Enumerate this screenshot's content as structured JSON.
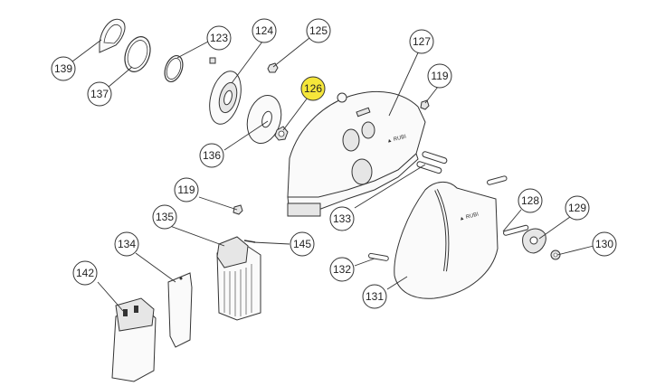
{
  "diagram": {
    "callouts": [
      {
        "id": "c139",
        "label": "139"
      },
      {
        "id": "c137",
        "label": "137"
      },
      {
        "id": "c123",
        "label": "123"
      },
      {
        "id": "c124",
        "label": "124"
      },
      {
        "id": "c125",
        "label": "125"
      },
      {
        "id": "c126",
        "label": "126",
        "highlight": true
      },
      {
        "id": "c127",
        "label": "127"
      },
      {
        "id": "c119a",
        "label": "119"
      },
      {
        "id": "c136",
        "label": "136"
      },
      {
        "id": "c119b",
        "label": "119"
      },
      {
        "id": "c133",
        "label": "133"
      },
      {
        "id": "c128",
        "label": "128"
      },
      {
        "id": "c129",
        "label": "129"
      },
      {
        "id": "c130",
        "label": "130"
      },
      {
        "id": "c135",
        "label": "135"
      },
      {
        "id": "c145",
        "label": "145"
      },
      {
        "id": "c134",
        "label": "134"
      },
      {
        "id": "c132",
        "label": "132"
      },
      {
        "id": "c131",
        "label": "131"
      },
      {
        "id": "c142",
        "label": "142"
      }
    ],
    "highlight_color": "#f5e63a",
    "line_color": "#333333"
  }
}
